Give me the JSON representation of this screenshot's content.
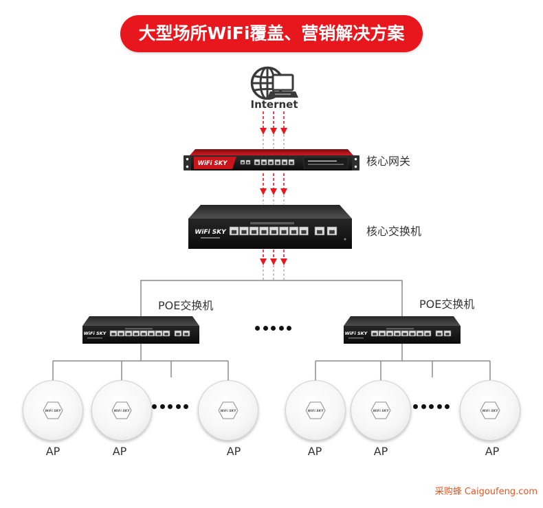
{
  "title": "大型场所WiFi覆盖、营销解决方案",
  "brand": "WiFi SKY",
  "internet": {
    "label": "Internet",
    "icon": "globe-laptop-icon"
  },
  "core_gateway": {
    "label": "核心网关"
  },
  "core_switch": {
    "label": "核心交换机"
  },
  "poe_switches": [
    {
      "label": "POE交换机"
    },
    {
      "label": "POE交换机"
    }
  ],
  "ap_groups": [
    {
      "aps": [
        {
          "label": "AP"
        },
        {
          "label": "AP"
        },
        {
          "label": "AP"
        }
      ]
    },
    {
      "aps": [
        {
          "label": "AP"
        },
        {
          "label": "AP"
        },
        {
          "label": "AP"
        }
      ]
    }
  ],
  "watermark": "采购蜂 Caigoufeng.com",
  "colors": {
    "accent": "#e8161d",
    "banner_text": "#ffffff",
    "line": "#8a8a8a",
    "label_text": "#333333",
    "watermark": "#e8541e"
  }
}
